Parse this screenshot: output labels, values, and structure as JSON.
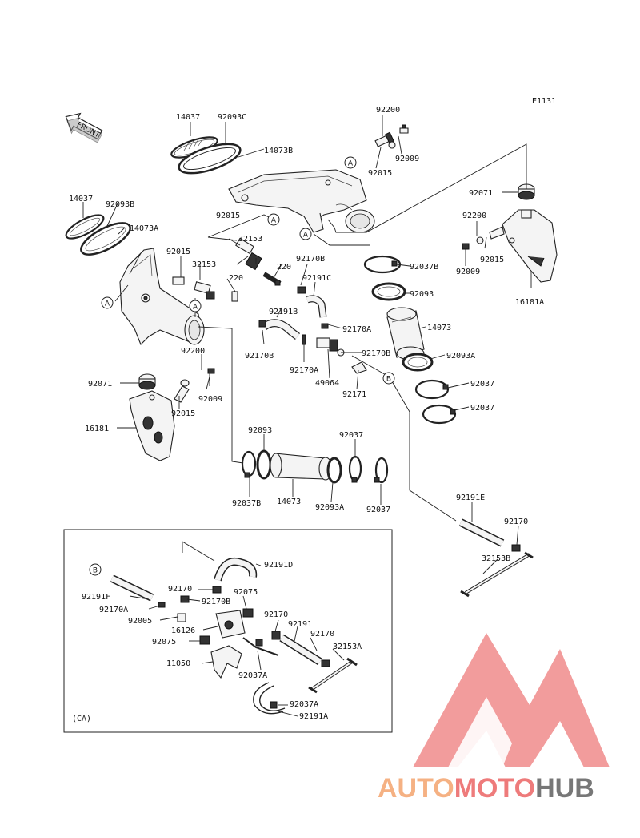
{
  "diagram_id": "E1131",
  "front_label": "FRONT",
  "ca_label": "(CA)",
  "ref_marks": {
    "a": "A",
    "b": "B"
  },
  "watermark": {
    "part1": "AUTO",
    "part2": "MOTO",
    "part3": "HUB",
    "color_orange": "#f5b183",
    "color_pink": "#ee7b7b",
    "color_gray": "#777777"
  },
  "labels": {
    "p14037_top": "14037",
    "p92093c": "92093C",
    "p14073b": "14073B",
    "p92200_top": "92200",
    "p92009_top": "92009",
    "p92015_top": "92015",
    "p14037_left": "14037",
    "p92093b": "92093B",
    "p14073a": "14073A",
    "p92015_a": "92015",
    "p32153_a": "32153",
    "p220_a": "220",
    "p92170b_a": "92170B",
    "p92015_b": "92015",
    "p32153_b": "32153",
    "p220_b": "220",
    "p92191c": "92191C",
    "p92191b": "92191B",
    "p92170a_a": "92170A",
    "p92170b_b": "92170B",
    "p92170b_c": "92170B",
    "p92170a_b": "92170A",
    "p49064": "49064",
    "p92171": "92171",
    "p92200_left": "92200",
    "p92071_left": "92071",
    "p92009_left": "92009",
    "p92015_left": "92015",
    "p16181": "16181",
    "p92071_right": "92071",
    "p92200_right": "92200",
    "p92015_right": "92015",
    "p92009_right": "92009",
    "p92037b_right": "92037B",
    "p92093_right": "92093",
    "p14073_right": "14073",
    "p92093a_right": "92093A",
    "p92037_r1": "92037",
    "p92037_r2": "92037",
    "p16181a": "16181A",
    "p92093_mid": "92093",
    "p92037_mid": "92037",
    "p92037b_mid": "92037B",
    "p14073_mid": "14073",
    "p92093a_mid": "92093A",
    "p92037_mid2": "92037",
    "p92191e": "92191E",
    "p92170_e": "92170",
    "p32153b": "32153B",
    "p92191d": "92191D",
    "p92170_ca": "92170",
    "p92191f": "92191F",
    "p92170b_ca": "92170B",
    "p92075_a": "92075",
    "p92170a_ca": "92170A",
    "p92005": "92005",
    "p16126": "16126",
    "p92170_ca2": "92170",
    "p92191_ca": "92191",
    "p92170d": "92170",
    "p92075_b": "92075",
    "p32153a": "32153A",
    "p11050": "11050",
    "p92037a_a": "92037A",
    "p92037a_b": "92037A",
    "p92191a": "92191A"
  }
}
